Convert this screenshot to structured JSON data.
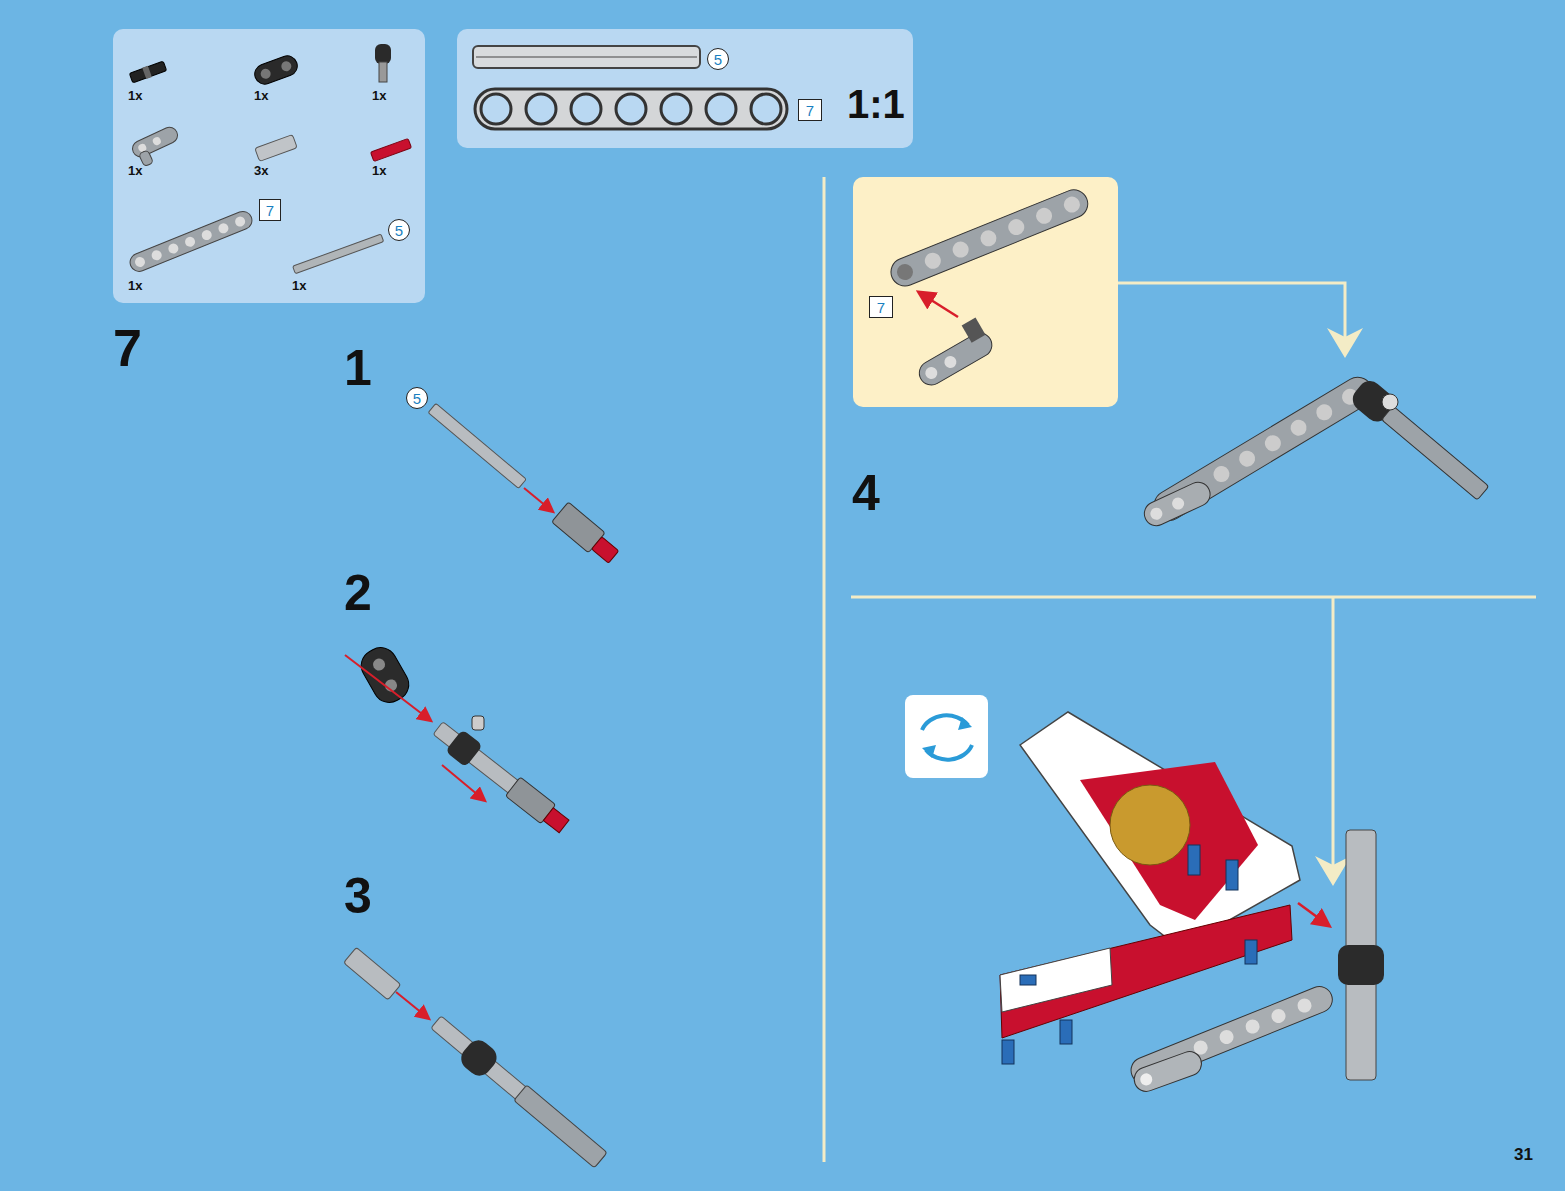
{
  "diagram": {
    "nodes": [
      {
        "text": [
          "1x",
          "1x",
          "1x",
          "1x",
          "3x",
          "1x",
          "1x",
          "1x"
        ]
      },
      {
        "text": [
          "7"
        ],
        "in": 0
      },
      {
        "text": [
          "5"
        ],
        "in": 0
      },
      {
        "text": [
          "1:1"
        ]
      },
      {
        "text": [
          "5"
        ],
        "in": 3
      },
      {
        "text": [
          "7"
        ],
        "in": 3
      },
      {
        "text": [
          "5"
        ]
      },
      {
        "text": [
          "7"
        ]
      }
    ],
    "edges": [],
    "labels": [
      "7",
      "1",
      "2",
      "3",
      "4",
      "31"
    ]
  }
}
